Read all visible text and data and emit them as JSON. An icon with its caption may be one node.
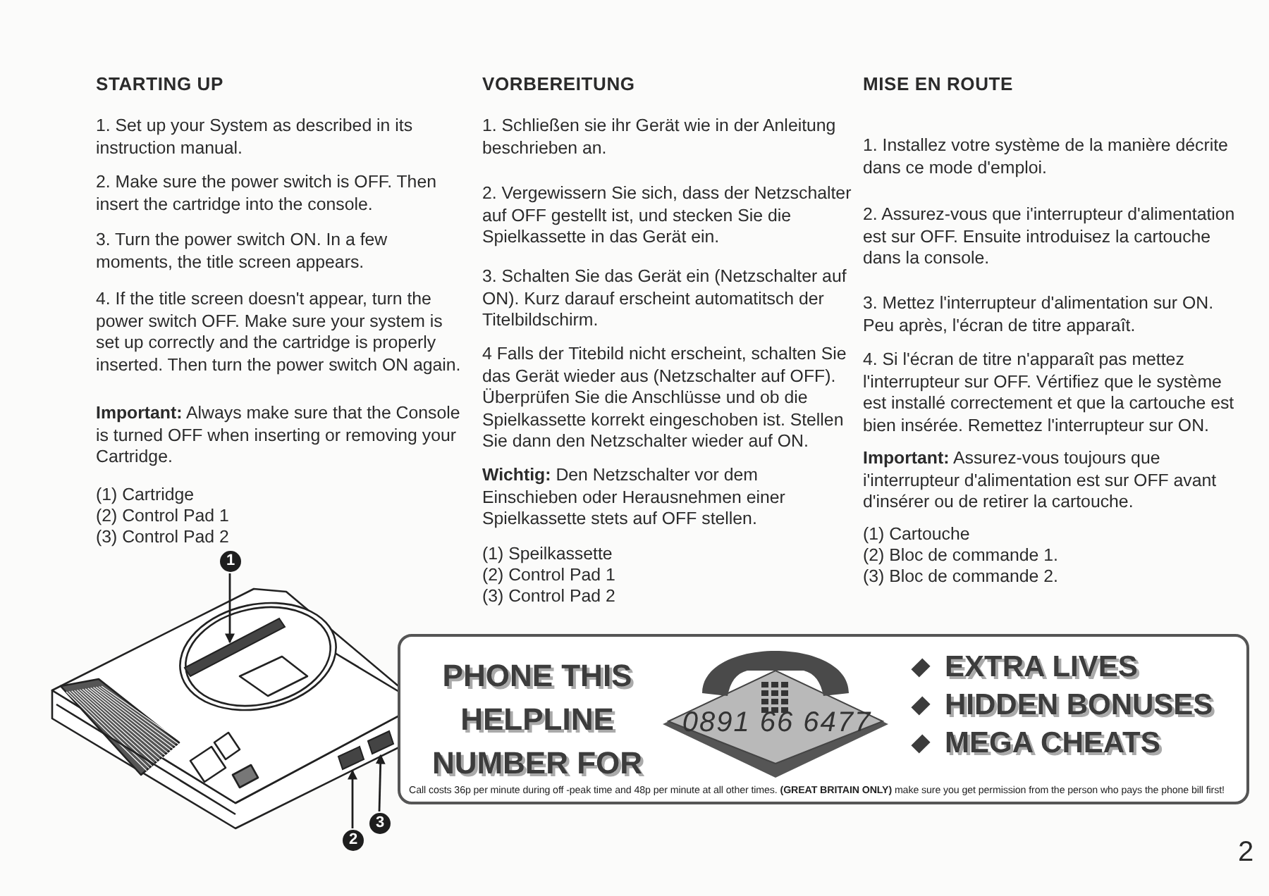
{
  "diagram": {
    "nodes": [
      {
        "text": [
          "1"
        ]
      },
      {
        "text": [],
        "shape": "box"
      },
      {
        "text": [
          "2"
        ]
      },
      {
        "text": [],
        "shape": "box"
      },
      {
        "text": [
          "3"
        ]
      },
      {
        "text": [],
        "shape": "box"
      },
      {
        "text": [
          "PHONE THIS HELPLINE NUMBER FOR",
          "0891 66 6477",
          "EXTRA LIVES",
          "HIDDEN BONUSES",
          "MEGA CHEATS",
          "Call costs 36p per minute during off -peak time and 48p per minute at  all other times. **(GREAT BRITAIN ONLY)** make sure you get permission from the person who pays the phone bill first!"
        ]
      }
    ],
    "edges": [
      {
        "from": 0,
        "to": 1,
        "arrow": "to"
      },
      {
        "from": 2,
        "to": 3,
        "arrow": "to"
      },
      {
        "from": 4,
        "to": 5,
        "arrow": "to"
      }
    ],
    "labels": [
      "STARTING UP",
      "1. Set up your System as described in its instruction manual.",
      "2. Make sure the power switch is OFF. Then insert the cartridge into the console.",
      "3. Turn the power switch ON. In a few moments, the title screen appears.",
      "4. If the title screen doesn't appear, turn the power switch OFF. Make sure your system is set up correctly and the cartridge is properly inserted. Then turn the power switch ON again.",
      "**Important:** Always make sure that the Console is turned OFF when inserting or removing your Cartridge.",
      "(1) Cartridge",
      "(2) Control Pad 1",
      "(3) Control Pad 2",
      "VORBEREITUNG",
      "1. Schließen sie ihr Gerät wie in der Anleitung beschrieben an.",
      "2. Vergewissern Sie sich, dass der Netzschalter auf OFF gestellt ist, und stecken Sie die Spielkassette in das Gerät ein.",
      "3. Schalten Sie das Gerät ein (Netzschalter auf ON). Kurz darauf erscheint automatitsch der Titelbildschirm.",
      "4 Falls der Titebild nicht erscheint, schalten Sie das Gerät wieder aus (Netzschalter auf OFF). Überprüfen Sie die Anschlüsse und ob die Spielkassette korrekt eingeschoben ist. Stellen Sie dann den Netzschalter wieder auf ON.",
      "**Wichtig:** Den Netzschalter vor dem Einschieben oder Herausnehmen einer Spielkassette stets auf OFF stellen.",
      "(1) Speilkassette",
      "(2) Control Pad 1",
      "(3) Control Pad 2",
      "MISE EN ROUTE",
      "1. Installez votre système de la manière décrite dans ce mode d'emploi.",
      "2. Assurez-vous que i'interrupteur d'alimentation est sur OFF. Ensuite introduisez la cartouche dans la console.",
      "3. Mettez l'interrupteur d'alimentation sur ON. Peu après, l'écran de titre apparaît.",
      "4. Si l'écran de titre n'apparaît pas mettez l'interrupteur sur OFF. Vértifiez que le système est installé correctement et que la cartouche est bien insérée. Remettez l'interrupteur sur ON.",
      "**Important:** Assurez-vous toujours que i'interrupteur d'alimentation est sur OFF avant d'insérer ou de retirer la cartouche.",
      "(1) Cartouche",
      "(2) Bloc de commande 1.",
      "(3) Bloc de commande 2.",
      "2"
    ]
  }
}
